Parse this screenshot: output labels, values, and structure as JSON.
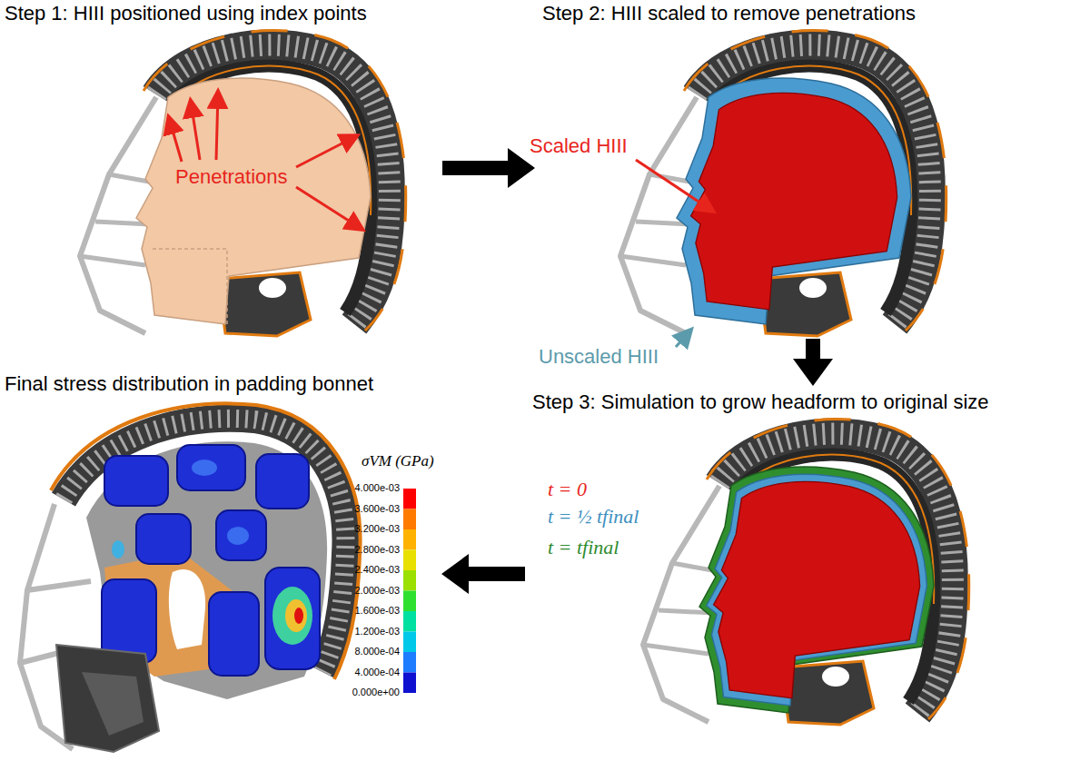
{
  "diagram": {
    "nodes": [
      {
        "text": [
          "Step 1: HIII positioned using index points"
        ]
      },
      {
        "text": [
          "Step 2: HIII scaled to remove penetrations"
        ]
      },
      {
        "text": [
          "Step 3: Simulation to grow headform to original size"
        ]
      },
      {
        "text": [
          "Final stress distribution in padding bonnet"
        ]
      }
    ],
    "edges": [
      {
        "from": 0,
        "to": 1,
        "arrow": "to"
      },
      {
        "from": 1,
        "to": 2,
        "arrow": "to"
      },
      {
        "from": 2,
        "to": 3,
        "arrow": "to"
      }
    ],
    "labels": [
      "Penetrations",
      "Scaled HIII",
      "Unscaled HIII",
      "t = 0",
      "t = ½ tfinal",
      "t = tfinal",
      "σVM (GPa)",
      "4.000e-03",
      "3.600e-03",
      "3.200e-03",
      "2.800e-03",
      "2.400e-03",
      "2.000e-03",
      "1.600e-03",
      "1.200e-03",
      "8.000e-04",
      "4.000e-04",
      "0.000e+00"
    ]
  }
}
